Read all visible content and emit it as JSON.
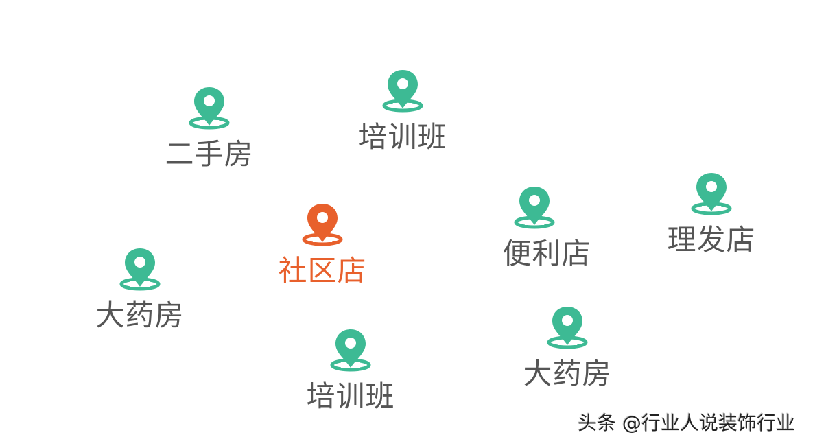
{
  "colors": {
    "pin_default": "#3dba94",
    "pin_highlight": "#e8602c",
    "label_default": "#555555",
    "label_highlight": "#e8602c",
    "background": "#ffffff"
  },
  "pois": [
    {
      "label": "二手房",
      "icon": "location-pin-icon",
      "highlight": false
    },
    {
      "label": "培训班",
      "icon": "location-pin-icon",
      "highlight": false
    },
    {
      "label": "社区店",
      "icon": "location-pin-icon",
      "highlight": true
    },
    {
      "label": "便利店",
      "icon": "location-pin-icon",
      "highlight": false
    },
    {
      "label": "理发店",
      "icon": "location-pin-icon",
      "highlight": false
    },
    {
      "label": "大药房",
      "icon": "location-pin-icon",
      "highlight": false
    },
    {
      "label": "培训班",
      "icon": "location-pin-icon",
      "highlight": false
    },
    {
      "label": "大药房",
      "icon": "location-pin-icon",
      "highlight": false
    }
  ],
  "watermark": {
    "text": "头条 @行业人说装饰行业"
  }
}
